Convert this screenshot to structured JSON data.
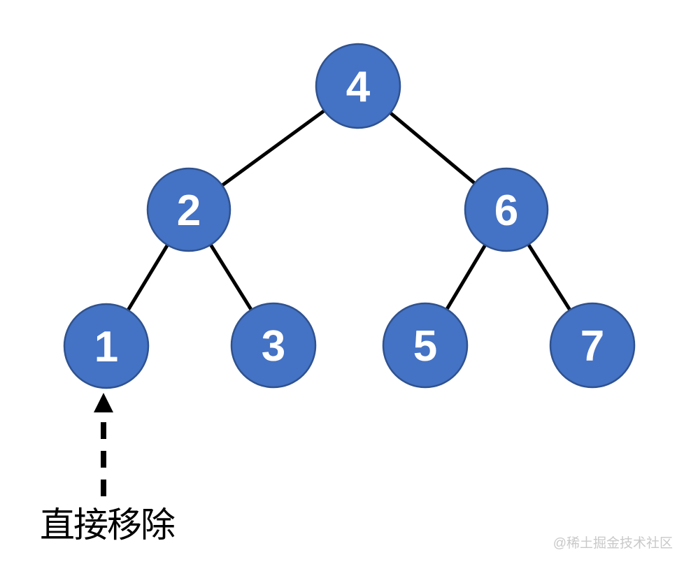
{
  "diagram": {
    "type": "binary-tree",
    "title_none": "",
    "nodes": [
      {
        "value": "4",
        "level": 0,
        "role": "root"
      },
      {
        "value": "2",
        "level": 1,
        "role": "left-child-of-4"
      },
      {
        "value": "6",
        "level": 1,
        "role": "right-child-of-4"
      },
      {
        "value": "1",
        "level": 2,
        "role": "left-child-of-2"
      },
      {
        "value": "3",
        "level": 2,
        "role": "right-child-of-2"
      },
      {
        "value": "5",
        "level": 2,
        "role": "left-child-of-6"
      },
      {
        "value": "7",
        "level": 2,
        "role": "right-child-of-6"
      }
    ],
    "edges": [
      [
        "4",
        "2"
      ],
      [
        "4",
        "6"
      ],
      [
        "2",
        "1"
      ],
      [
        "2",
        "3"
      ],
      [
        "6",
        "5"
      ],
      [
        "6",
        "7"
      ]
    ],
    "colors": {
      "node_fill": "#4472C4",
      "node_border": "#2F528F",
      "node_text": "#ffffff",
      "edge": "#000000"
    }
  },
  "annotation": {
    "label": "直接移除",
    "target_node": "1",
    "arrow_style": "dashed, pointing up at node 1",
    "color": "#000000"
  },
  "watermark": {
    "text": "@稀土掘金技术社区",
    "color": "#c9c9c9"
  }
}
